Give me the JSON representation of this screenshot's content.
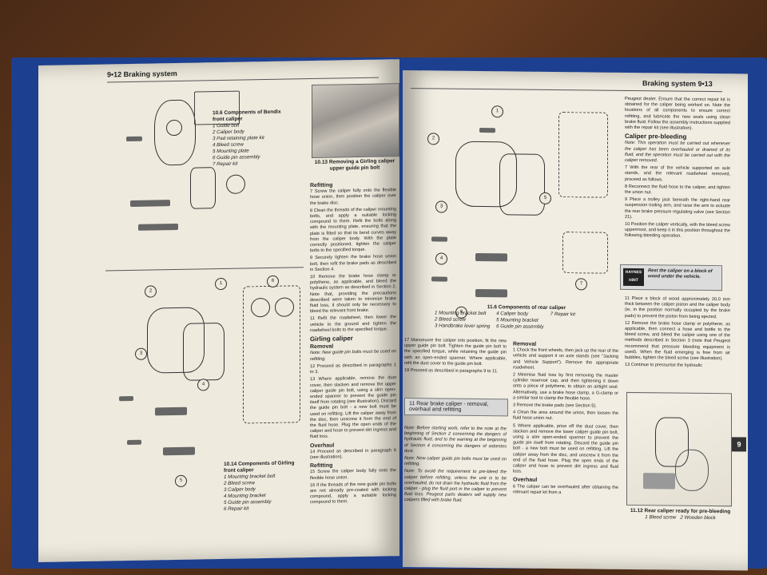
{
  "left_page": {
    "header": "9•12 Braking system",
    "fig_10_6": {
      "title": "10.6 Components of Bendix front caliper",
      "items": [
        "1 Guide bolt",
        "2 Caliper body",
        "3 Pad retaining plate kit",
        "4 Bleed screw",
        "5 Mounting plate",
        "6 Guide pin assembly",
        "7 Repair kit"
      ]
    },
    "fig_10_13": {
      "title": "10.13 Removing a Girling caliper upper guide pin bolt"
    },
    "fig_10_14": {
      "title": "10.14 Components of Girling front caliper",
      "items": [
        "1 Mounting bracket bolt",
        "2 Bleed screw",
        "3 Caliper body",
        "4 Mounting bracket",
        "5 Guide pin assembly",
        "6 Repair kit"
      ]
    },
    "refitting_heading": "Refitting",
    "refitting_paras": [
      "7 Screw the caliper fully onto the flexible hose union, then position the caliper over the brake disc.",
      "8 Clean the threads of the caliper mounting bolts, and apply a suitable locking compound to them. Refit the bolts along with the mounting plate, ensuring that the plate is fitted so that its bend curves away from the caliper body. With the plate correctly positioned, tighten the caliper bolts to the specified torque.",
      "9 Securely tighten the brake hose union bolt, then refit the brake pads as described in Section 4.",
      "10 Remove the brake hose clamp or polythene, as applicable, and bleed the hydraulic system as described in Section 2. Note that, providing the precautions described were taken to minimise brake fluid loss, it should only be necessary to bleed the relevant front brake.",
      "11 Refit the roadwheel, then lower the vehicle to the ground and tighten the roadwheel bolts to the specified torque."
    ],
    "girling_heading": "Girling caliper",
    "removal_heading": "Removal",
    "removal_note": "Note: New guide pin bolts must be used on refitting.",
    "removal_paras": [
      "12 Proceed as described in paragraphs 1 to 3.",
      "13 Where applicable, remove the dust cover, then slacken and remove the upper caliper guide pin bolt, using a slim open-ended spanner to prevent the guide pin itself from rotating (see illustration). Discard the guide pin bolt - a new bolt must be used on refitting. Lift the caliper away from the disc, then unscrew it from the end of the fluid hose. Plug the open ends of the caliper and hose to prevent dirt ingress and fluid loss."
    ],
    "overhaul_heading": "Overhaul",
    "overhaul_para": "14 Proceed as described in paragraph 6 (see illustration).",
    "refitting2_heading": "Refitting",
    "refitting2_paras": [
      "15 Screw the caliper body fully onto the flexible hose union.",
      "16 If the threads of the new guide pin bolts are not already pre-coated with locking compound, apply a suitable locking compound to them."
    ]
  },
  "right_page": {
    "header": "Braking system 9•13",
    "fig_11_6": {
      "title": "11.6 Components of rear caliper",
      "items": [
        "1 Mounting bracket bolt",
        "2 Bleed screw",
        "3 Handbrake lever spring",
        "4 Caliper body",
        "5 Mounting bracket",
        "6 Guide pin assembly",
        "7 Repair kit"
      ]
    },
    "col_left_paras": [
      "17 Manoeuvre the caliper into position, fit the new upper guide pin bolt. Tighten the guide pin bolt to the specified torque, while retaining the guide pin with an open-ended spanner. Where applicable, refit the dust cover to the guide pin bolt.",
      "18 Proceed as described in paragraphs 9 to 11."
    ],
    "section_box": "11 Rear brake caliper - removal, overhaul and refitting",
    "section_note": "Note: Before starting work, refer to the note at the beginning of Section 2 concerning the dangers of hydraulic fluid, and to the warning at the beginning of Section 4 concerning the dangers of asbestos dust.",
    "section_note2": "Note: New caliper guide pin bolts must be used on refitting.",
    "section_note3": "Note: To avoid the requirement to pre-bleed the caliper before refitting, unless the unit is to be overhauled, do not drain the hydraulic fluid from the caliper - plug the fluid port in the caliper to prevent fluid loss. Peugeot parts dealers will supply new calipers filled with brake fluid.",
    "overhaul_heading": "Overhaul",
    "overhaul_para": "6 The caliper can be overhauled after obtaining the relevant repair kit from a",
    "removal_heading": "Removal",
    "removal_paras": [
      "1 Chock the front wheels, then jack up the rear of the vehicle and support it on axle stands (see \"Jacking and Vehicle Support\"). Remove the appropriate roadwheel.",
      "2 Minimise fluid loss by first removing the master cylinder reservoir cap, and then tightening it down onto a piece of polythene, to obtain an airtight seal. Alternatively, use a brake hose clamp, a G-clamp or a similar tool to clamp the flexible hose.",
      "3 Remove the brake pads (see Section 5).",
      "4 Clean the area around the union, then loosen the fluid hose union nut.",
      "5 Where applicable, prise off the dust cover, then slacken and remove the lower caliper guide pin bolt, using a slim open-ended spanner to prevent the guide pin itself from rotating. Discard the guide pin bolt - a new bolt must be used on refitting. Lift the caliper away from the disc, and unscrew it from the end of the fluid hose. Plug the open ends of the caliper and hose to prevent dirt ingress and fluid loss."
    ],
    "col_right_top": "Peugeot dealer. Ensure that the correct repair kit is obtained for the caliper being worked on. Note the locations of all components to ensure correct refitting, and lubricate the new seals using clean brake fluid. Follow the assembly instructions supplied with the repair kit (see illustration).",
    "prebleed_heading": "Caliper pre-bleeding",
    "prebleed_note": "Note: This operation must be carried out whenever the caliper has been overhauled or drained of its fluid, and the operation must be carried out with the caliper removed.",
    "prebleed_paras": [
      "7 With the rear of the vehicle supported on axle stands, and the relevant roadwheel removed, proceed as follows.",
      "8 Reconnect the fluid hose to the caliper, and tighten the union nut.",
      "9 Place a trolley jack beneath the right-hand rear suspension trailing arm, and raise the arm to actuate the rear brake pressure regulating valve (see Section 21).",
      "10 Position the caliper vertically, with the bleed screw uppermost, and keep it in this position throughout the following bleeding operation."
    ],
    "hint_logo_1": "HAYNES",
    "hint_logo_2": "HiNT",
    "hint_text": "Rest the caliper on a block of wood under the vehicle.",
    "after_hint_paras": [
      "11 Place a block of wood approximately 20.0 mm thick between the caliper piston and the caliper body (ie, in the position normally occupied by the brake pads) to prevent the piston from being ejected.",
      "12 Remove the brake hose clamp or polythene, as applicable, then connect a hose and bottle to the bleed screw, and bleed the caliper using one of the methods described in Section 3 (note that Peugeot recommend that pressure bleeding equipment is used). When the fluid emerging is free from air bubbles, tighten the bleed screw (see illustration).",
      "13 Continue to pressurise the hydraulic"
    ],
    "fig_11_12": {
      "title": "11.12 Rear caliper ready for pre-bleeding",
      "items": [
        "1 Bleed screw",
        "2 Wooden block"
      ]
    },
    "tab": "9"
  }
}
